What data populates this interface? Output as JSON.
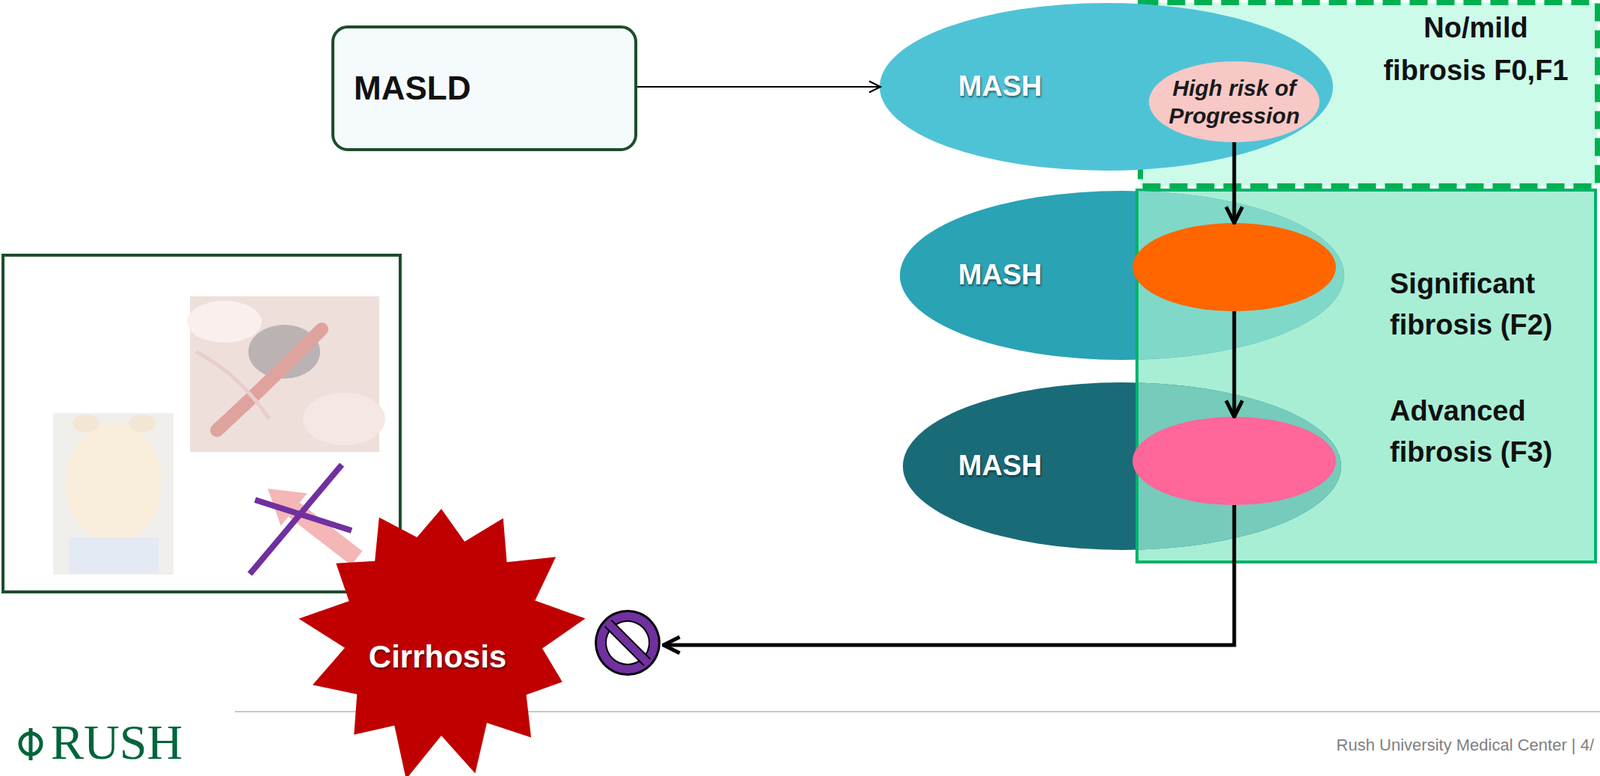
{
  "diagram": {
    "nodes": [
      {
        "text": [
          "MASLD"
        ]
      },
      {
        "text": [
          "No/mild fibrosis F0,F1"
        ]
      },
      {
        "text": [
          "MASH"
        ]
      },
      {
        "text": [
          "High risk of Progression"
        ],
        "in": 2
      },
      {
        "text": [
          "Significant fibrosis (F2)",
          "Advanced fibrosis (F3)"
        ]
      },
      {
        "text": [
          "MASH"
        ]
      },
      {
        "text": [
          "MASH"
        ]
      },
      {
        "text": [
          "Cirrhosis"
        ]
      }
    ],
    "edges": [
      {
        "from": 0,
        "to": 2,
        "arrow": "to"
      },
      {
        "from": 3,
        "to": 5,
        "arrow": "to"
      },
      {
        "from": 5,
        "to": 6,
        "arrow": "to"
      },
      {
        "from": 6,
        "to": 7,
        "arrow": "to"
      }
    ],
    "labels": [
      "RUSH",
      "Rush University Medical Center | 4/"
    ]
  }
}
